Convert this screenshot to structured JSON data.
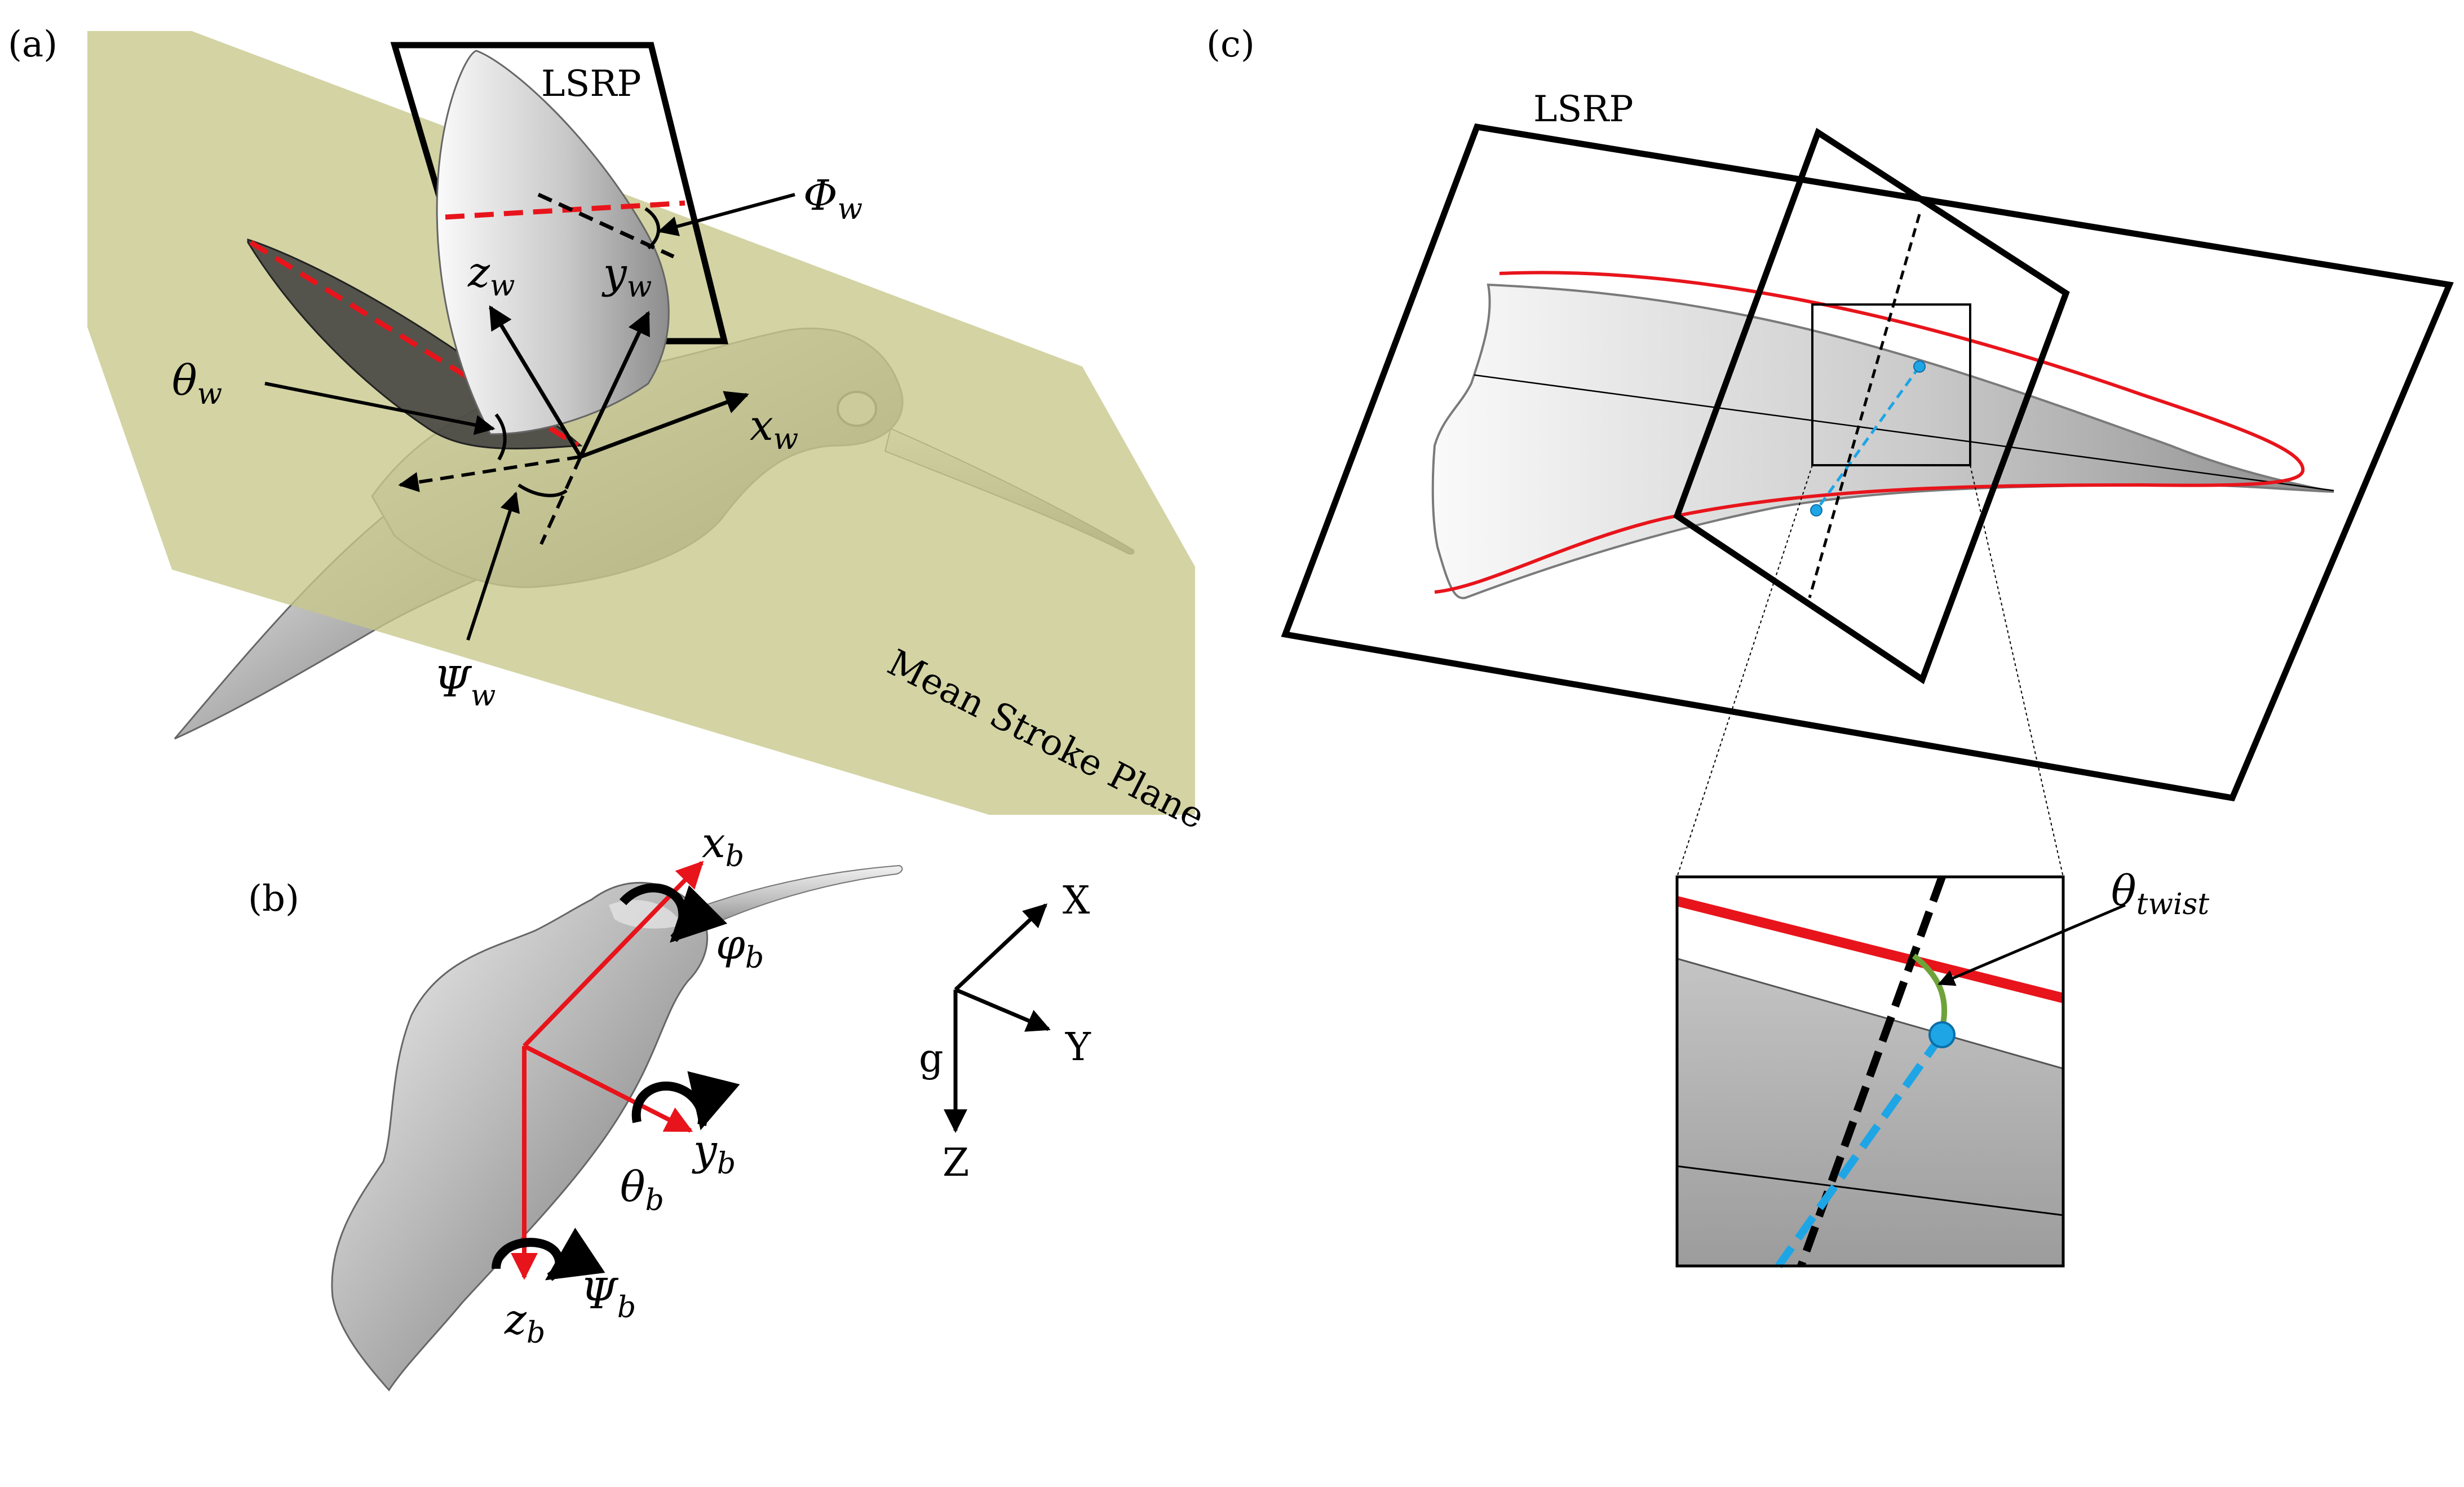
{
  "panels": {
    "a": {
      "label": "(a)",
      "lsrp": "LSRP",
      "stroke_plane": "Mean Stroke Plane",
      "phi": {
        "sym": "Φ",
        "sub": "w"
      },
      "zw": {
        "sym": "z",
        "sub": "w"
      },
      "yw": {
        "sym": "y",
        "sub": "w"
      },
      "xw": {
        "sym": "x",
        "sub": "w"
      },
      "theta": {
        "sym": "θ",
        "sub": "w"
      },
      "psi": {
        "sym": "Ψ",
        "sub": "w"
      }
    },
    "b": {
      "label": "(b)",
      "xb": {
        "sym": "x",
        "sub": "b"
      },
      "phib": {
        "sym": "φ",
        "sub": "b"
      },
      "yb": {
        "sym": "y",
        "sub": "b"
      },
      "thetab": {
        "sym": "θ",
        "sub": "b"
      },
      "zb": {
        "sym": "z",
        "sub": "b"
      },
      "psib": {
        "sym": "Ψ",
        "sub": "b"
      },
      "axes": {
        "X": "X",
        "Y": "Y",
        "Z": "Z",
        "g": "g"
      }
    },
    "c": {
      "label": "(c)",
      "lsrp": "LSRP",
      "twist": {
        "sym": "θ",
        "sub": "twist"
      }
    }
  },
  "colors": {
    "stroke_plane": "#c7c68a",
    "red": "#e8141b",
    "blue": "#1ea5e6",
    "green": "#6fa33a",
    "wing": "#a6a6a6"
  }
}
